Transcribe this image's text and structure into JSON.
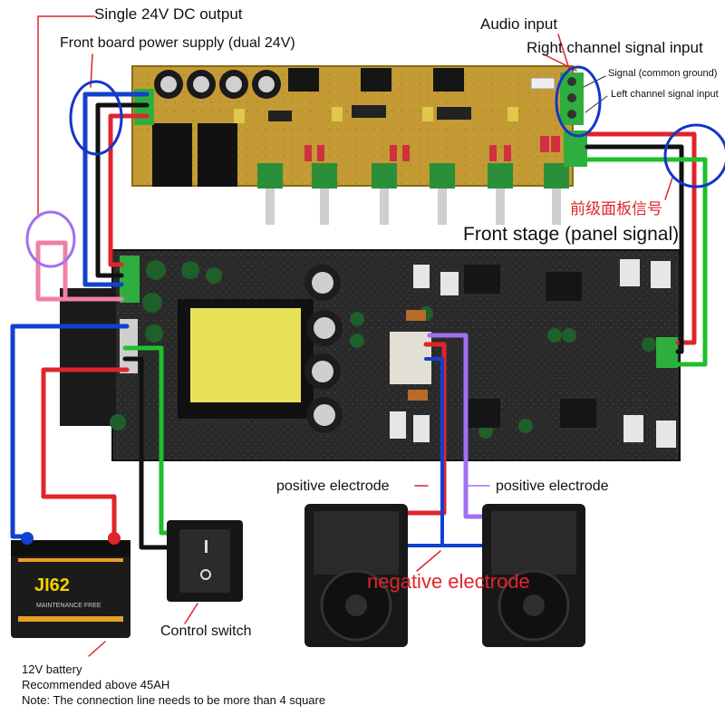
{
  "labels": {
    "single_dc_output": "Single 24V DC output",
    "front_board_power": "Front board power supply (dual 24V)",
    "audio_input": "Audio input",
    "right_channel_input": "Right channel signal input",
    "signal_common_ground": "Signal (common ground)",
    "left_channel_input": "Left channel signal input",
    "front_panel_signal_cn": "前级面板信号",
    "front_stage_panel": "Front stage (panel signal)",
    "positive_electrode_left": "positive electrode",
    "positive_electrode_right": "positive electrode",
    "negative_electrode": "negative electrode",
    "control_switch": "Control switch",
    "battery_12v": "12V battery",
    "battery_recommend": "Recommended above 45AH",
    "connection_note": "Note: The connection line needs to be more than 4 square"
  },
  "battery": {
    "brand_text": "JI62",
    "brand_sub": "MAINTENANCE FREE"
  },
  "colors": {
    "wire_red": "#e0242c",
    "wire_blue": "#1240d0",
    "wire_black": "#111111",
    "wire_green": "#1fbf2a",
    "wire_pink": "#f07fa8",
    "wire_purple": "#a070f0",
    "highlight_circle": "#1535c8",
    "board_front": "#c9a23a",
    "board_amp": "#2a2a2a",
    "transformer_tape": "#e8e25a",
    "heatsink": "#d8d8d8",
    "label_red": "#e0242c"
  }
}
